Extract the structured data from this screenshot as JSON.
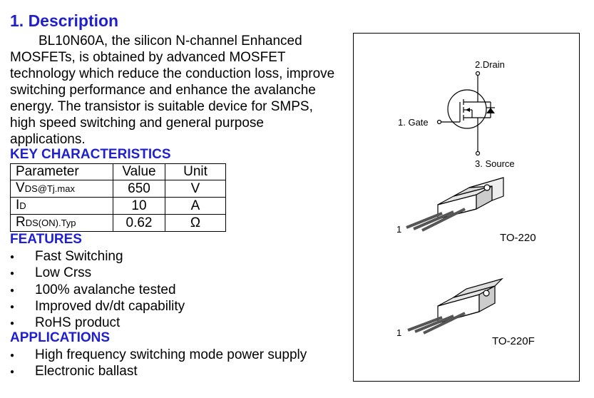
{
  "description": {
    "heading": "1. Description",
    "text": "BL10N60A, the silicon N-channel Enhanced MOSFETs, is obtained by advanced MOSFET technology which reduce the conduction loss, improve switching performance and enhance the avalanche energy. The transistor is suitable device for SMPS, high speed switching and general purpose applications."
  },
  "key_characteristics": {
    "heading": "KEY CHARACTERISTICS",
    "header": [
      "Parameter",
      "Value",
      "Unit"
    ],
    "rows": [
      {
        "param": "V",
        "param_sub": "DS@Tj.max",
        "value": "650",
        "unit": "V"
      },
      {
        "param": "I",
        "param_sub": "D",
        "value": "10",
        "unit": "A"
      },
      {
        "param": "R",
        "param_sub": "DS(ON).Typ",
        "value": "0.62",
        "unit": "Ω"
      }
    ]
  },
  "features": {
    "heading": "FEATURES",
    "items": [
      "Fast Switching",
      "Low Crss",
      "100% avalanche tested",
      "Improved dv/dt capability",
      "RoHS product"
    ]
  },
  "applications": {
    "heading": "APPLICATIONS",
    "items": [
      "High frequency switching mode power supply",
      "Electronic ballast"
    ]
  },
  "figure": {
    "drain_label": "2.Drain",
    "gate_label": "1. Gate",
    "source_label": "3. Source",
    "pin1_label_a": "1",
    "pin1_label_b": "1",
    "package_a": "TO-220",
    "package_b": "TO-220F"
  }
}
